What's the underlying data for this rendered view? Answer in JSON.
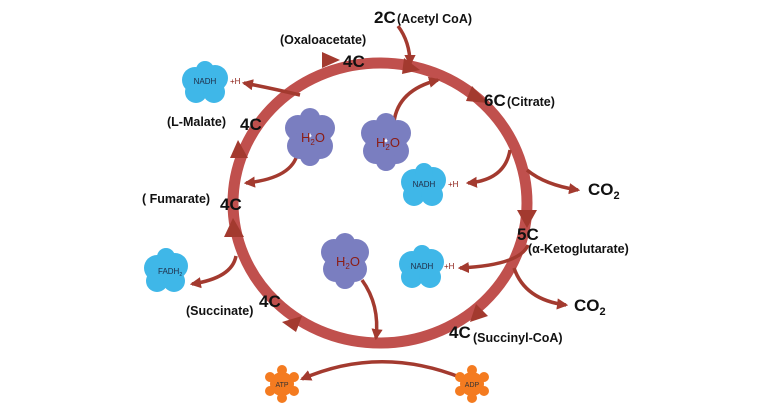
{
  "colors": {
    "ring": "#c0504d",
    "arrow": "#a33a2f",
    "nadh_fill": "#3fb7e8",
    "water_fill": "#7a7ec0",
    "atp_fill": "#f47b20"
  },
  "carbon_counts": {
    "acetyl": "2C",
    "oxaloacetate": "4C",
    "citrate": "6C",
    "ketoglutarate": "5C",
    "succinyl": "4C",
    "succinate": "4C",
    "fumarate": "4C",
    "malate": "4C"
  },
  "compounds": {
    "acetyl": "(Acetyl CoA)",
    "oxaloacetate": "(Oxaloacetate)",
    "citrate": "(Citrate)",
    "ketoglutarate": "(α-Ketoglutarate)",
    "succinyl": "(Succinyl-CoA)",
    "succinate": "(Succinate)",
    "fumarate": "( Fumarate)",
    "malate": "(L-Malate)"
  },
  "co2_1": {
    "main": "CO",
    "sub": "2"
  },
  "co2_2": {
    "main": "CO",
    "sub": "2"
  },
  "nadh_1": {
    "label": "NADH",
    "plus": "+H"
  },
  "nadh_2": {
    "label": "NADH",
    "plus": "+H"
  },
  "nadh_3": {
    "label": "NADH",
    "plus": "+H"
  },
  "fadh": {
    "main": "FADH",
    "sub": "2"
  },
  "water_1": {
    "main": "H",
    "sub": "2",
    "end": "O"
  },
  "water_2": {
    "main": "H",
    "sub": "2",
    "end": "O"
  },
  "water_3": {
    "main": "H",
    "sub": "2",
    "end": "O"
  },
  "atp": "ATP",
  "adp": "ADP"
}
